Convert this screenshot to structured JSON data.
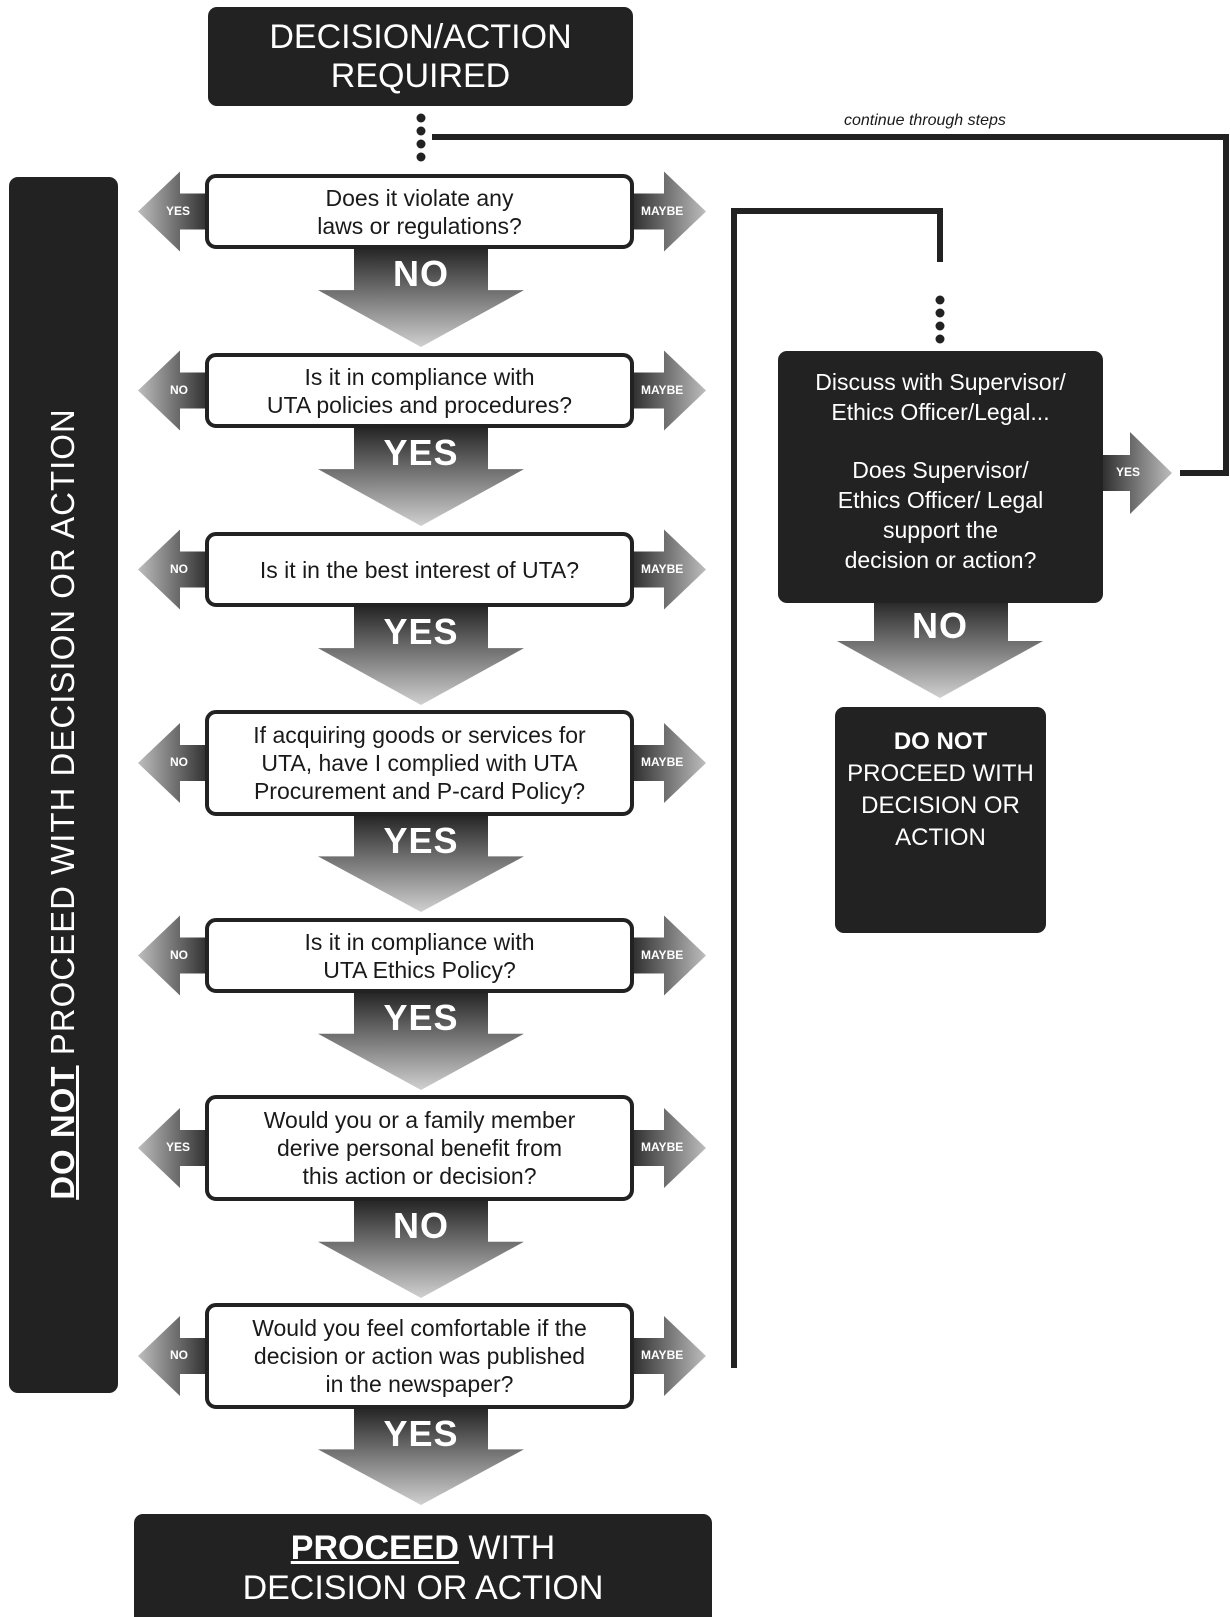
{
  "header": {
    "line1": "DECISION/ACTION",
    "line2": "REQUIRED"
  },
  "loop_label": "continue through steps",
  "sidebar": {
    "bold": "DO NOT",
    "rest": " PROCEED WITH DECISION OR ACTION"
  },
  "questions": [
    {
      "text": "Does it violate any\nlaws or regulations?",
      "left": "YES",
      "right": "MAYBE",
      "answer": "NO"
    },
    {
      "text": "Is it in compliance with\nUTA policies and procedures?",
      "left": "NO",
      "right": "MAYBE",
      "answer": "YES"
    },
    {
      "text": "Is it in the best interest of UTA?",
      "left": "NO",
      "right": "MAYBE",
      "answer": "YES"
    },
    {
      "text": "If acquiring goods or services for\nUTA, have I complied with UTA\nProcurement and P-card Policy?",
      "left": "NO",
      "right": "MAYBE",
      "answer": "YES"
    },
    {
      "text": "Is it in compliance with\nUTA Ethics Policy?",
      "left": "NO",
      "right": "MAYBE",
      "answer": "YES"
    },
    {
      "text": "Would you or a family member\nderive personal benefit from\nthis action or decision?",
      "left": "YES",
      "right": "MAYBE",
      "answer": "NO"
    },
    {
      "text": "Would you feel comfortable if the\ndecision or action was published\nin the newspaper?",
      "left": "NO",
      "right": "MAYBE",
      "answer": "YES"
    }
  ],
  "discuss": {
    "line1": "Discuss with Supervisor/",
    "line2": "Ethics Officer/Legal...",
    "line3": "Does Supervisor/",
    "line4": "Ethics Officer/ Legal",
    "line5": "support the",
    "line6": "decision or action?",
    "yes_label": "YES",
    "no_label": "NO"
  },
  "do_not_box": {
    "bold": "DO NOT",
    "line2": "PROCEED WITH",
    "line3": "DECISION OR",
    "line4": "ACTION"
  },
  "proceed": {
    "bold": "PROCEED",
    "rest": " WITH",
    "line2": "DECISION OR ACTION"
  },
  "colors": {
    "dark": "#222222",
    "arrow_top": "#2a2a2a",
    "arrow_bottom": "#c8c8c8"
  }
}
